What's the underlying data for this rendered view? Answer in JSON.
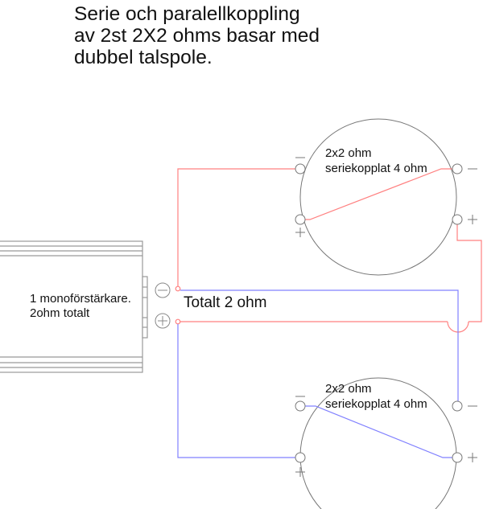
{
  "title": {
    "lines": [
      "Serie och paralellkoppling",
      "av 2st 2X2 ohms basar med",
      "dubbel talspole."
    ]
  },
  "amplifier": {
    "label_lines": [
      "1 monoförstärkare.",
      "2ohm totalt"
    ],
    "terminals": [
      {
        "symbol": "minus",
        "label": "−"
      },
      {
        "symbol": "plus",
        "label": "+"
      }
    ]
  },
  "total_label": "Totalt 2 ohm",
  "speakers": [
    {
      "id": "top",
      "label_lines": [
        "2x2 ohm",
        "seriekopplat 4 ohm"
      ],
      "terminals": {
        "left_top": "−",
        "left_bottom": "+",
        "right_top": "−",
        "right_bottom": "+"
      },
      "series_wire_color": "#ff8080"
    },
    {
      "id": "bottom",
      "label_lines": [
        "2x2 ohm",
        "seriekopplat 4 ohm"
      ],
      "terminals": {
        "left_top": "−",
        "left_bottom": "+",
        "right_top": "−",
        "right_bottom": "+"
      },
      "series_wire_color": "#8080ff"
    }
  ],
  "colors": {
    "positive_wire": "#ff8080",
    "negative_wire": "#8080ff",
    "outline": "#777777",
    "text": "#111111"
  }
}
